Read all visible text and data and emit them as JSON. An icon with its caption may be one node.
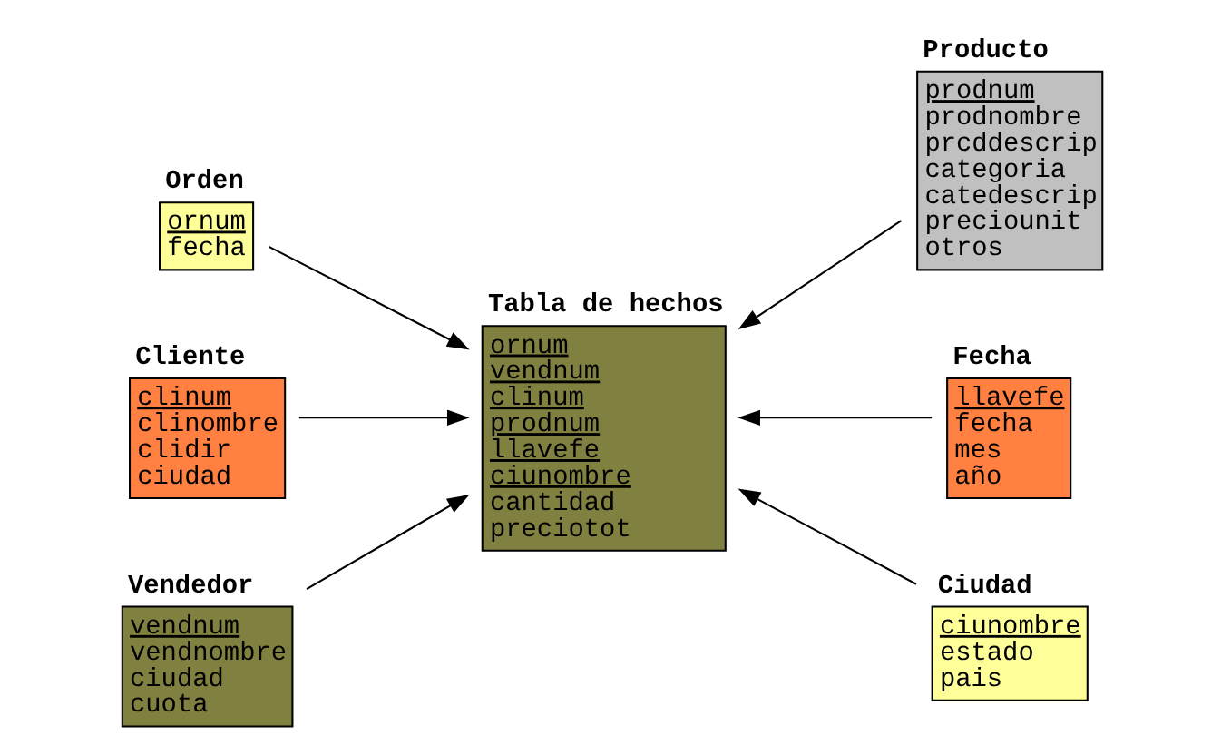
{
  "diagram": {
    "nodes": [
      {
        "text": [
          "Orden",
          "ornum",
          "fecha"
        ]
      },
      {
        "text": [
          "Cliente",
          "clinum",
          "clinombre",
          "clidir",
          "ciudad"
        ]
      },
      {
        "text": [
          "Vendedor",
          "vendnum",
          "vendnombre",
          "ciudad",
          "cuota"
        ]
      },
      {
        "text": [
          "Tabla de hechos",
          "ornum",
          "vendnum",
          "clinum",
          "prodnum",
          "llavefe",
          "ciunombre",
          "cantidad",
          "preciotot"
        ]
      },
      {
        "text": [
          "Producto",
          "prodnum",
          "prodnombre",
          "prcddescrip",
          "categoria",
          "catedescrip",
          "preciounit",
          "otros"
        ]
      },
      {
        "text": [
          "Fecha",
          "llavefe",
          "fecha",
          "mes",
          "año"
        ]
      },
      {
        "text": [
          "Ciudad",
          "ciunombre",
          "estado",
          "pais"
        ]
      }
    ],
    "edges": [
      {
        "from": 0,
        "to": 3,
        "arrow": "to"
      },
      {
        "from": 1,
        "to": 3,
        "arrow": "to"
      },
      {
        "from": 2,
        "to": 3,
        "arrow": "to"
      },
      {
        "from": 4,
        "to": 3,
        "arrow": "to"
      },
      {
        "from": 5,
        "to": 3,
        "arrow": "to"
      },
      {
        "from": 6,
        "to": 3,
        "arrow": "to"
      }
    ]
  }
}
